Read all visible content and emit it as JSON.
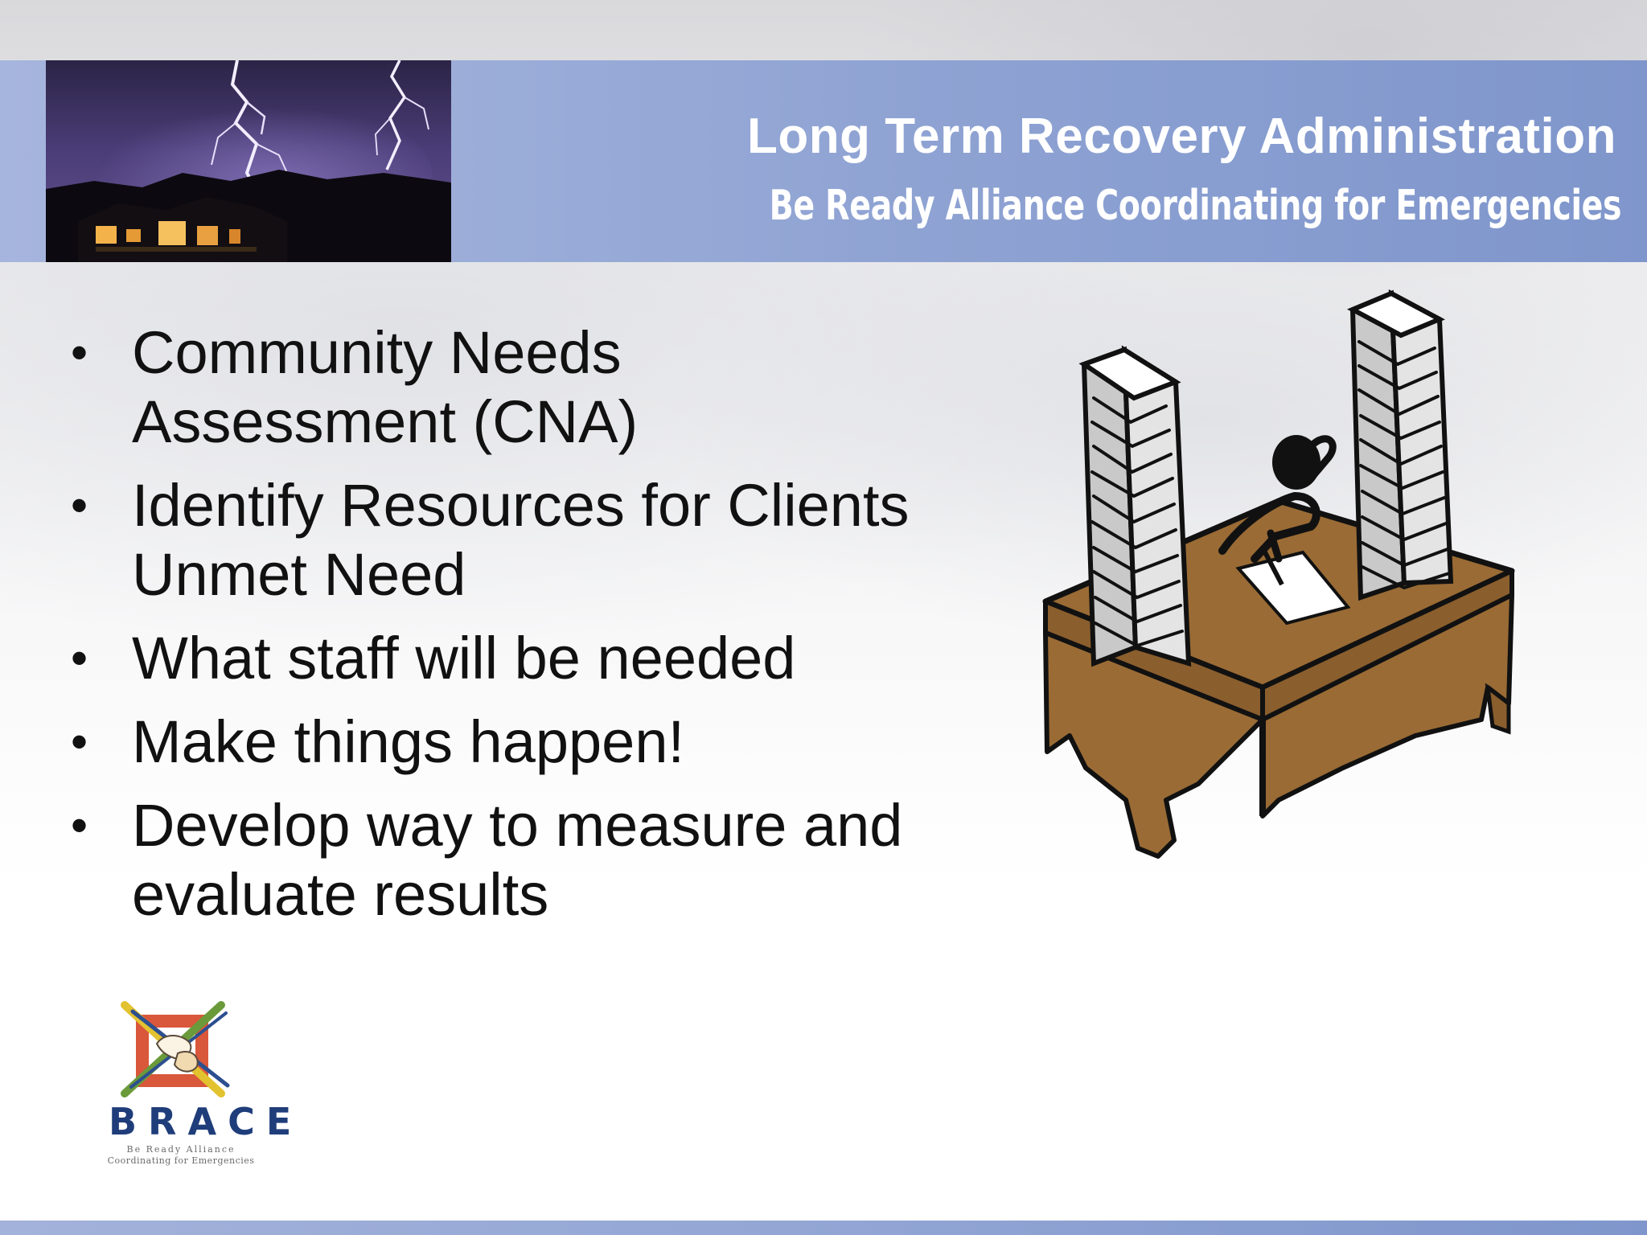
{
  "header": {
    "title": "Long Term Recovery Administration",
    "subtitle": "Be Ready Alliance Coordinating for Emergencies"
  },
  "bullets": [
    {
      "marker": "•",
      "text": "Community Needs",
      "text2": "Assessment (CNA)"
    },
    {
      "marker": "•",
      "text": "Identify Resources for Clients",
      "text2": "Unmet Need"
    },
    {
      "marker": "•",
      "text": "What staff will be needed"
    },
    {
      "marker": "•",
      "text": "Make things happen!"
    },
    {
      "marker": "•",
      "text": "Develop way to measure and",
      "text2": "evaluate results"
    }
  ],
  "logo": {
    "name": "BRACE",
    "tagline_line1": "Be Ready Alliance",
    "tagline_line2": "Coordinating for Emergencies"
  },
  "icons": {
    "header_photo": "lightning-storm-photo",
    "clipart": "paper-stacks-desk-illustration",
    "logo": "brace-hands-logo"
  },
  "colors": {
    "header_band": "#8fa3d3",
    "header_text": "#ffffff",
    "body_text": "#111111",
    "logo_text": "#1f3d7a",
    "desk": "#9a6b35"
  }
}
